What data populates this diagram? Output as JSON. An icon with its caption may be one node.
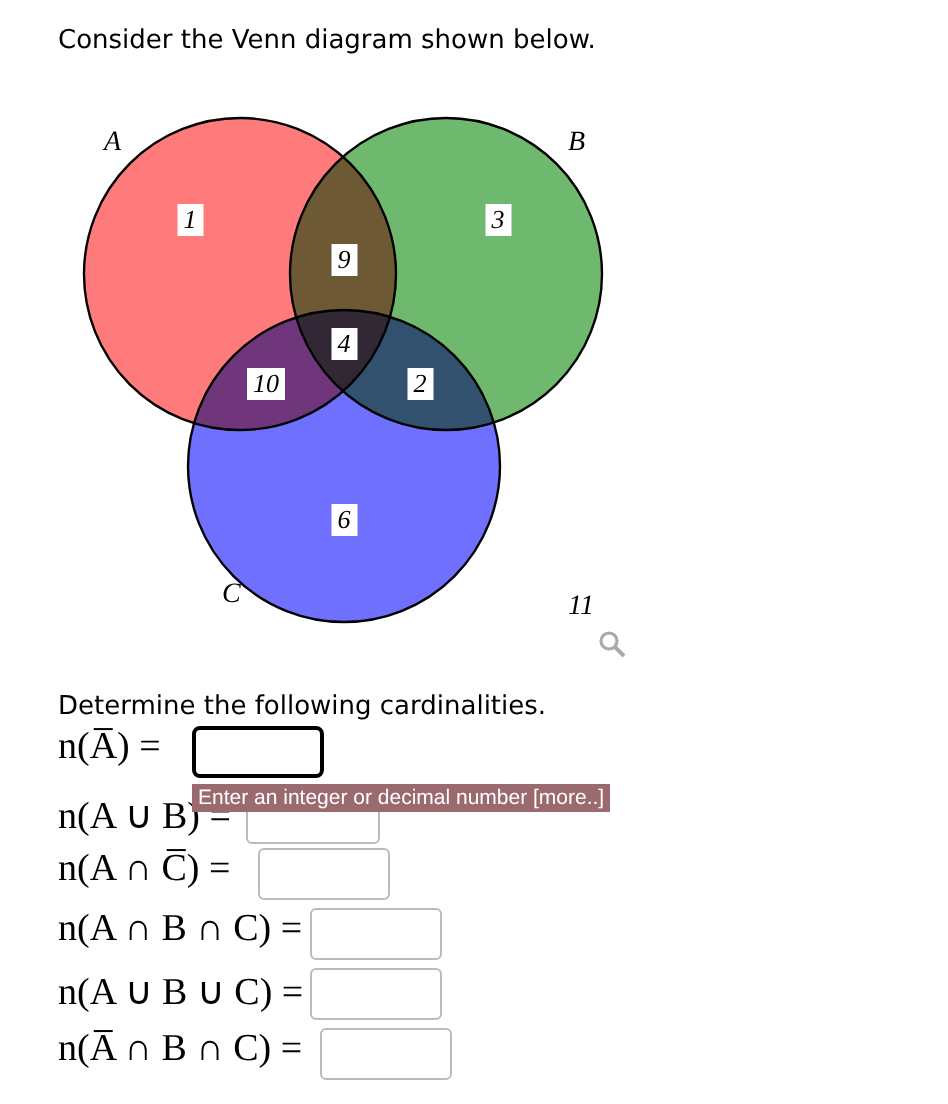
{
  "diagram": {
    "title": "Consider the Venn diagram shown below.",
    "nodes": [
      {
        "text": [
          "A"
        ]
      },
      {
        "text": [
          "B"
        ]
      },
      {
        "text": [
          "C"
        ]
      }
    ],
    "labels": [
      "1",
      "3",
      "9",
      "4",
      "10",
      "2",
      "6",
      "11",
      "Determine the following cardinalities.",
      "n(A̅) =",
      "Enter an integer or decimal number [more..]",
      "n(A ∪ B) =",
      "n(A ∩ C̅) =",
      "n(A ∩ B ∩ C) =",
      "n(A ∪ B ∪ C) =",
      "n(A̅ ∩ B ∩ C) ="
    ]
  }
}
